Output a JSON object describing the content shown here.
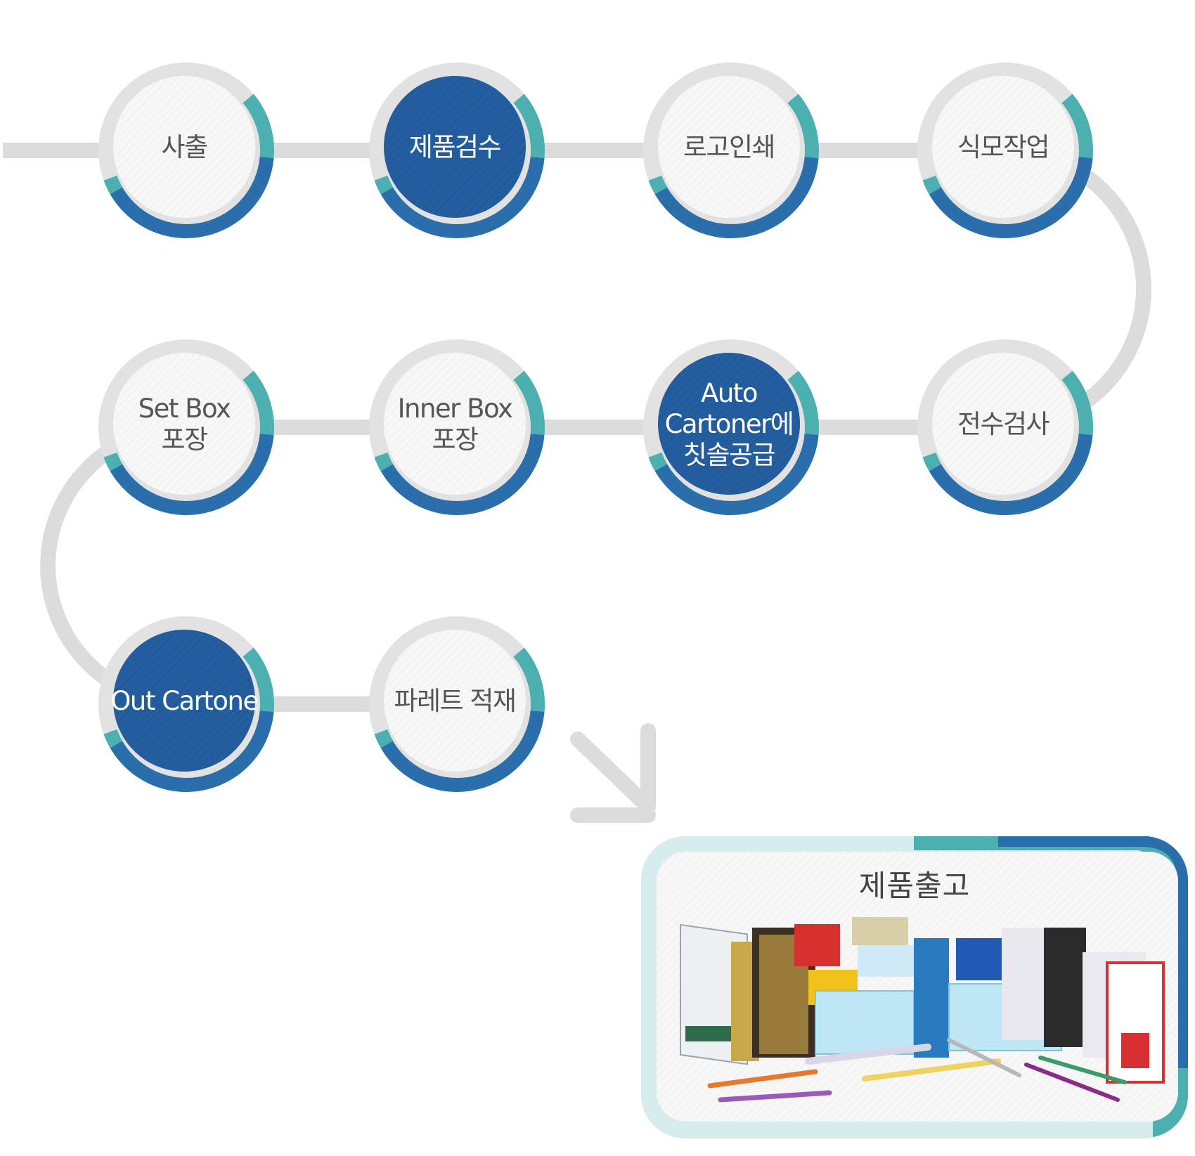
{
  "steps": [
    {
      "label": [
        "사출"
      ],
      "highlight": false
    },
    {
      "label": [
        "제품검수"
      ],
      "highlight": true
    },
    {
      "label": [
        "로고인쇄"
      ],
      "highlight": false
    },
    {
      "label": [
        "식모작업"
      ],
      "highlight": false
    },
    {
      "label": [
        "전수검사"
      ],
      "highlight": false
    },
    {
      "label": [
        "Auto",
        "Cartoner에",
        "칫솔공급"
      ],
      "highlight": true
    },
    {
      "label": [
        "Inner Box",
        "포장"
      ],
      "highlight": false
    },
    {
      "label": [
        "Set Box",
        "포장"
      ],
      "highlight": false
    },
    {
      "label": [
        "Out Cartone"
      ],
      "highlight": true
    },
    {
      "label": [
        "파레트 적재"
      ],
      "highlight": false
    }
  ],
  "final": {
    "label": "제품출고"
  },
  "colors": {
    "connector": "#dcdcdc",
    "ring_blue": "#2a6fac",
    "ring_teal": "#4db0b0",
    "node_light": "#f6f6f6",
    "node_dark": "#235c9c",
    "text_dark": "#555555",
    "text_light": "#ffffff"
  }
}
